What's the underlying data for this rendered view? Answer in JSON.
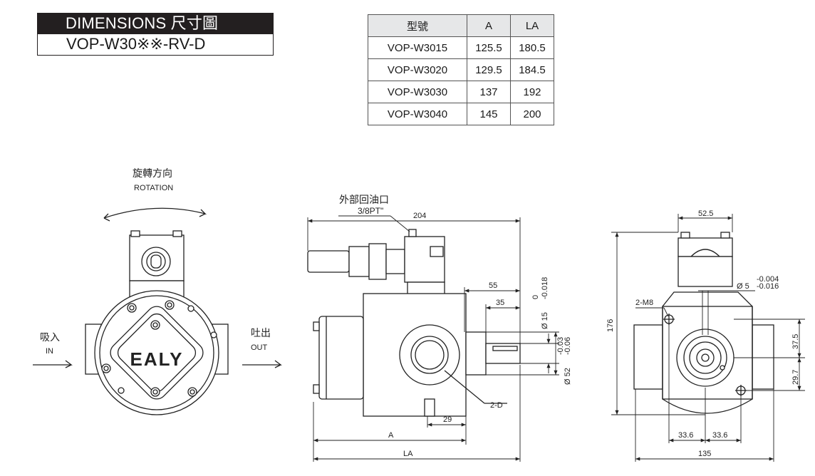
{
  "title": {
    "main": "DIMENSIONS  尺寸圖",
    "model": "VOP-W30※※-RV-D"
  },
  "table": {
    "headers": [
      "型號",
      "A",
      "LA"
    ],
    "rows": [
      [
        "VOP-W3015",
        "125.5",
        "180.5"
      ],
      [
        "VOP-W3020",
        "129.5",
        "184.5"
      ],
      [
        "VOP-W3030",
        "137",
        "192"
      ],
      [
        "VOP-W3040",
        "145",
        "200"
      ]
    ]
  },
  "front_view": {
    "rotation_cn": "旋轉方向",
    "rotation_en": "ROTATION",
    "inlet_cn": "吸入",
    "inlet_en": "IN",
    "outlet_cn": "吐出",
    "outlet_en": "OUT",
    "logo": "EALY"
  },
  "side_view": {
    "port_cn": "外部回油口",
    "port_size": "3/8PT\"",
    "dim_204": "204",
    "dim_55": "55",
    "dim_35": "35",
    "shaft_dia": "Ø 15",
    "shaft_tol_upper": "0",
    "shaft_tol_lower": "-0.018",
    "pilot_dia": "Ø 52",
    "pilot_tol_upper": "-0.03",
    "pilot_tol_lower": "-0.06",
    "dim_29": "29",
    "callout_2d": "2-D",
    "dim_a": "A",
    "dim_la": "LA"
  },
  "rear_view": {
    "dim_52_5": "52.5",
    "key_dia": "Ø 5",
    "key_tol_upper": "-0.004",
    "key_tol_lower": "-0.016",
    "callout_2m8": "2-M8",
    "dim_176": "176",
    "dim_37_5": "37.5",
    "dim_29_7": "29.7",
    "dim_33_6_left": "33.6",
    "dim_33_6_right": "33.6",
    "dim_135": "135"
  }
}
